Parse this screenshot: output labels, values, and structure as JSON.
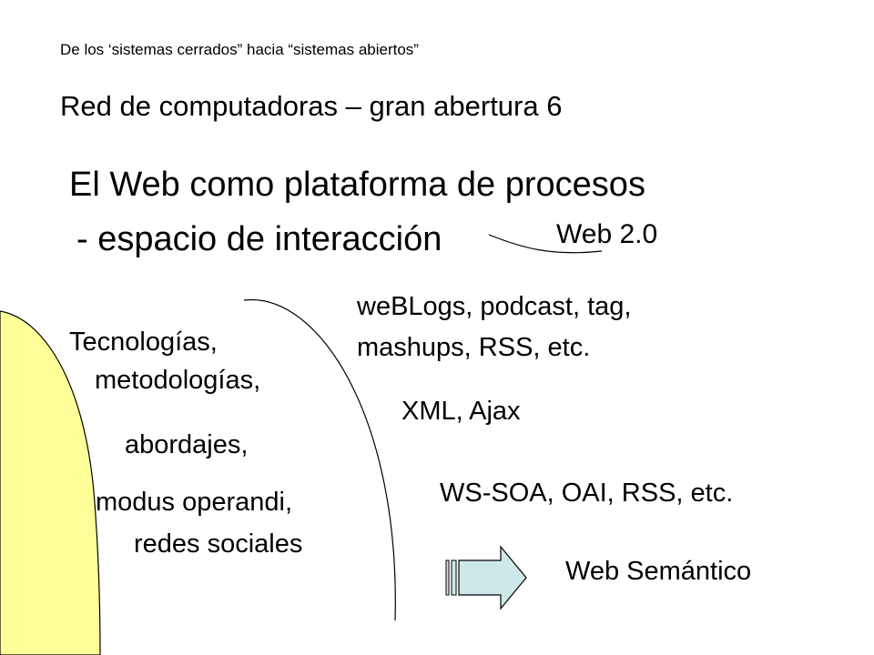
{
  "header": {
    "overline": "De los ‘sistemas cerrados” hacia “sistemas abiertos”",
    "subtitle": "Red de computadoras – gran abertura 6"
  },
  "title": {
    "line1": "El Web como plataforma de procesos",
    "line2": "- espacio de interacción"
  },
  "right_column": {
    "web20": "Web 2.0",
    "blogs_line1": "weBLogs, podcast, tag,",
    "blogs_line2": "mashups, RSS, etc.",
    "xml": "XML, Ajax",
    "ws": "WS-SOA, OAI, RSS, etc.",
    "semantic": "Web Semántico"
  },
  "left_column": {
    "line1": "Tecnologías,",
    "line2": "metodologías,",
    "line3": "abordajes,",
    "line4": "modus operandi,",
    "line5": "redes sociales"
  },
  "colors": {
    "yellow_shape": "#ffff99",
    "arrow_fill": "#cce8e8"
  }
}
